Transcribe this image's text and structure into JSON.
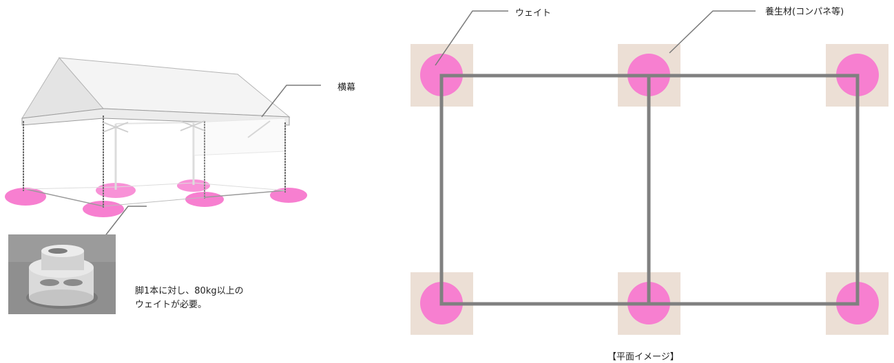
{
  "labels": {
    "side_banner": "横幕",
    "weight": "ウェイト",
    "protection": "養生材(コンパネ等)",
    "note_line1": "脚1本に対し、80kg以上の",
    "note_line2": "ウェイトが必要。",
    "plan_caption": "【平面イメージ】"
  },
  "colors": {
    "weight_pink": "#f77fd0",
    "pad_beige": "#ecdfd5",
    "frame_gray": "#808080",
    "leader_gray": "#7a7a7a",
    "canopy_white": "#f2f2f2",
    "tent_frame": "#6e6e6e"
  },
  "icons": {
    "photo": "concrete-weight-photo",
    "tent": "tent-illustration"
  }
}
